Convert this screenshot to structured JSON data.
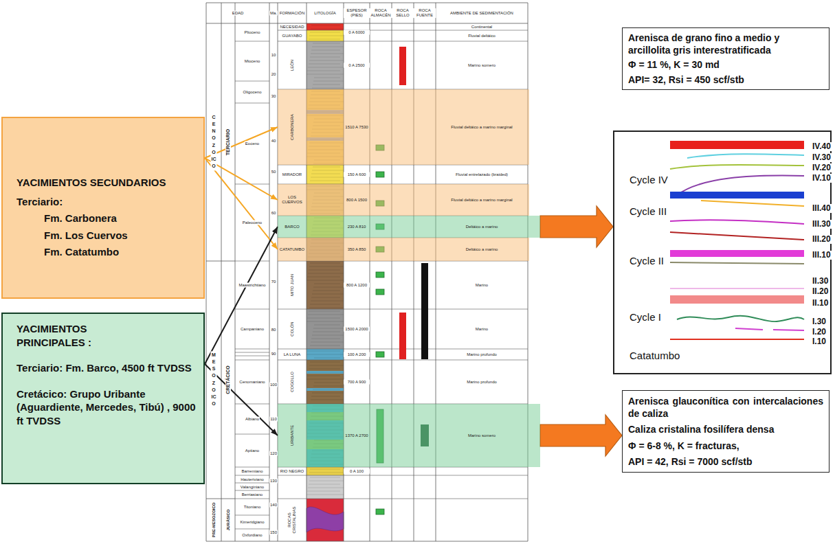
{
  "diagram": {
    "nodes": [
      {
        "text": [
          "YACIMIENTOS SECUNDARIOS",
          "Terciario:",
          "Fm. Carbonera",
          "Fm. Los Cuervos",
          "Fm. Catatumbo"
        ]
      },
      {
        "text": [
          "YACIMIENTOS PRINCIPALES :",
          "Terciario: Fm. Barco, 4500 ft TVDSS",
          "Cretácico: Grupo Uribante (Aguardiente, Mercedes, Tibú) , 9000 ft TVDSS"
        ]
      },
      {
        "text": [
          "CARBONERA",
          "1510 A 7530",
          "Fluvial deltáico a marino marginal"
        ]
      },
      {
        "text": [
          "LOS CUERVOS",
          "800 A 1500",
          "Fluvial deltáico a marino marginal"
        ]
      },
      {
        "text": [
          "BARCO",
          "230 A 810",
          "Deltáico a marino"
        ]
      },
      {
        "text": [
          "CATATUMBO",
          "350 A 850",
          "Deltáico a marino"
        ]
      },
      {
        "text": [
          "URIBANTE",
          "1370 A 2700",
          "Marino somero"
        ]
      },
      {
        "text": [
          "Arenisca de grano fino a medio y arcillolita gris interestratificada",
          "Φ = 11 %, K = 30 md",
          "API= 32, Rsi = 450 scf/stb"
        ]
      },
      {
        "text": [
          "IV.40",
          "IV.30",
          "IV.20",
          "Cycle IV",
          "IV.10",
          "III.40",
          "Cycle III",
          "III.30",
          "III.20",
          "III.10",
          "Cycle II",
          "II.30",
          "II.20",
          "II.10",
          "Cycle I",
          "I.30",
          "I.20",
          "I.10",
          "Catatumbo"
        ]
      },
      {
        "text": [
          "Arenisca glauconítica con intercalaciones de caliza",
          "Caliza cristalina fosilífera densa",
          "Φ = 6-8 %, K = fracturas,",
          "API = 42, Rsi = 7000 scf/stb"
        ]
      }
    ],
    "edges": [
      {
        "from": 0,
        "to": 2,
        "arrow": "to"
      },
      {
        "from": 0,
        "to": 3,
        "arrow": "to"
      },
      {
        "from": 0,
        "to": 5,
        "arrow": "to"
      },
      {
        "from": 1,
        "to": 4,
        "arrow": "to"
      },
      {
        "from": 1,
        "to": 6,
        "arrow": "to"
      },
      {
        "from": 4,
        "to": 8,
        "arrow": "to"
      },
      {
        "from": 6,
        "to": 9,
        "arrow": "to"
      }
    ],
    "labels": [
      "EDAD",
      "Ma.",
      "FORMACIÓN",
      "LITOLOGÍA",
      "ESPESOR (PIES)",
      "ROCA ALMACÉN",
      "ROCA SELLO",
      "ROCA FUENTE",
      "AMBIENTE DE SEDIMENTACIÓN",
      "CENOZOICO",
      "MESOZOICO",
      "PRE-MESOZOICO",
      "TERCIARIO",
      "CRETÁCICO",
      "JURÁSICO",
      "Plioceno",
      "Mioceno",
      "Oligoceno",
      "Eoceno",
      "Paleoceno",
      "Maastrichtiano",
      "Campaniano",
      "Cenomaniano",
      "Albiano",
      "Aptiano",
      "Barremiano",
      "Hauteriviano",
      "Valanginiano",
      "Berriasiano",
      "Titoniano",
      "Kimeridgiano",
      "Oxfordiano",
      "10",
      "20",
      "30",
      "40",
      "50",
      "60",
      "70",
      "80",
      "90",
      "100",
      "110",
      "120",
      "130",
      "140",
      "150",
      "NECESIDAD",
      "GUAYABO",
      "LEÓN",
      "MIRADOR",
      "MITO JUAN",
      "COLÓN",
      "LA LUNA",
      "COGOLLO",
      "RIO NEGRO",
      "ROCAS CRISTALINAS",
      "0 A 6000",
      "0 A 2500",
      "150 A 600",
      "800 A 1200",
      "1500 A 2000",
      "100 A 200",
      "700 A 900",
      "0 A 100",
      "Continental",
      "Fluvial deltáico",
      "Marino somero",
      "Fluvial entrelazado (braided)",
      "Marino",
      "Marino",
      "Marino profundo",
      "Marino profundo"
    ]
  }
}
